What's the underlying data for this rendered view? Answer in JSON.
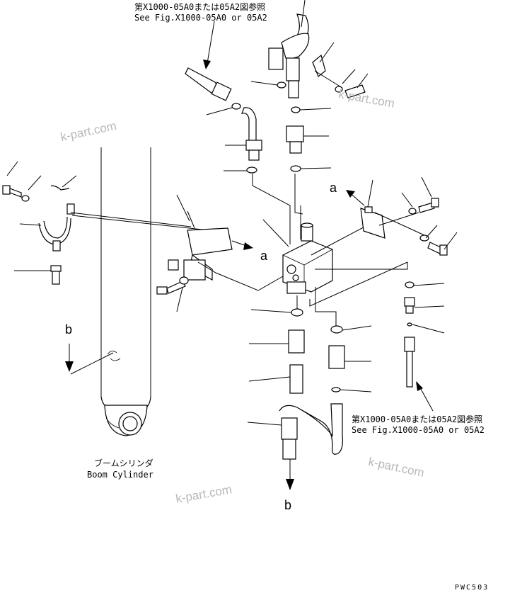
{
  "references": {
    "top": {
      "ja": "第X1000-05A0または05A2図参照",
      "en": "See Fig.X1000-05A0 or 05A2"
    },
    "right": {
      "ja": "第X1000-05A0または05A2図参照",
      "en": "See Fig.X1000-05A0 or 05A2"
    }
  },
  "component": {
    "ja": "ブームシリンダ",
    "en": "Boom Cylinder"
  },
  "callouts": {
    "a_left": "a",
    "a_right": "a",
    "b_top": "b",
    "b_bottom": "b"
  },
  "watermarks": [
    "k-part.com",
    "k-part.com",
    "k-part.com",
    "k-part.com"
  ],
  "drawing_code": "PWC503"
}
